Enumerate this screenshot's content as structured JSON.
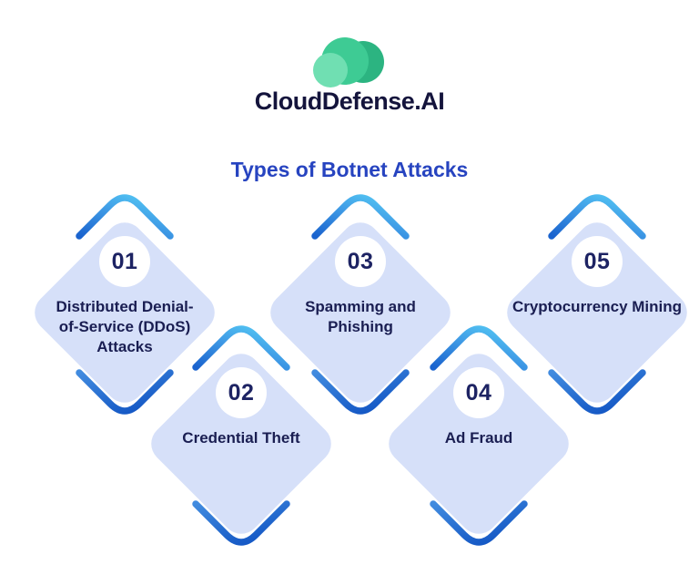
{
  "brand": {
    "name": "CloudDefense.AI",
    "logo": {
      "icon": "cloud-icon",
      "circle_colors": {
        "back": "#2cb481",
        "middle": "#3ecb94",
        "front": "#70dfb2"
      }
    }
  },
  "title": "Types of Botnet Attacks",
  "colors": {
    "brand-text": "#14143c",
    "title-color": "#2744c0",
    "diamond-fill": "#d6e0f9",
    "number-color": "#1d2363",
    "label-color": "#1a1e52",
    "bracket-top-gradient-start": "#1a63ce",
    "bracket-top-gradient-end": "#55c9f4",
    "bracket-bottom-gradient-start": "#418bdf",
    "bracket-bottom-gradient-end": "#1154c3"
  },
  "diamonds": [
    {
      "number": "01",
      "label": [
        "Distributed Denial-",
        "of-Service (DDoS)",
        "Attacks"
      ]
    },
    {
      "number": "02",
      "label": [
        "Credential Theft"
      ]
    },
    {
      "number": "03",
      "label": [
        "Spamming and",
        "Phishing"
      ]
    },
    {
      "number": "04",
      "label": [
        "Ad Fraud"
      ]
    },
    {
      "number": "05",
      "label": [
        "Cryptocurrency Mining"
      ]
    }
  ]
}
